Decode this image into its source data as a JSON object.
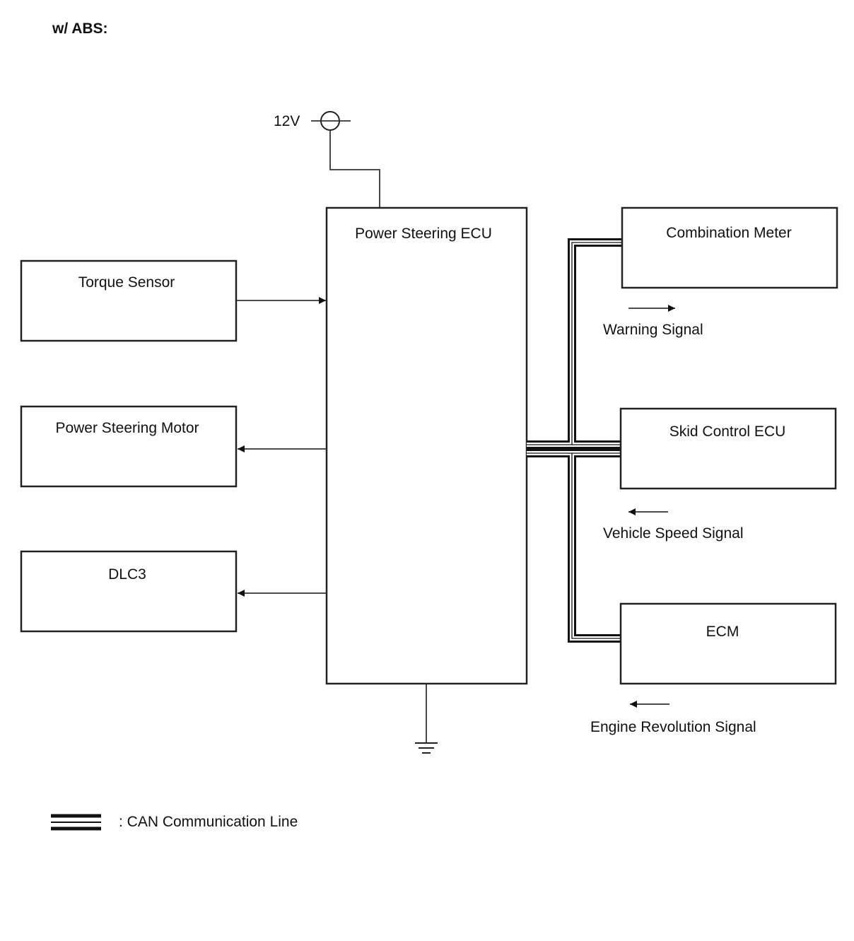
{
  "header": {
    "title": "w/ ABS:"
  },
  "power": {
    "label": "12V"
  },
  "ecu": {
    "label": "Power Steering ECU"
  },
  "inputs": {
    "torque_sensor": "Torque Sensor",
    "motor": "Power Steering Motor",
    "dlc3": "DLC3"
  },
  "can_nodes": {
    "combination_meter": "Combination Meter",
    "skid_control_ecu": "Skid Control ECU",
    "ecm": "ECM"
  },
  "signals": {
    "warning": "Warning Signal",
    "vehicle_speed": "Vehicle Speed Signal",
    "engine_revolution": "Engine Revolution Signal"
  },
  "legend": {
    "can_line": ": CAN Communication Line"
  }
}
